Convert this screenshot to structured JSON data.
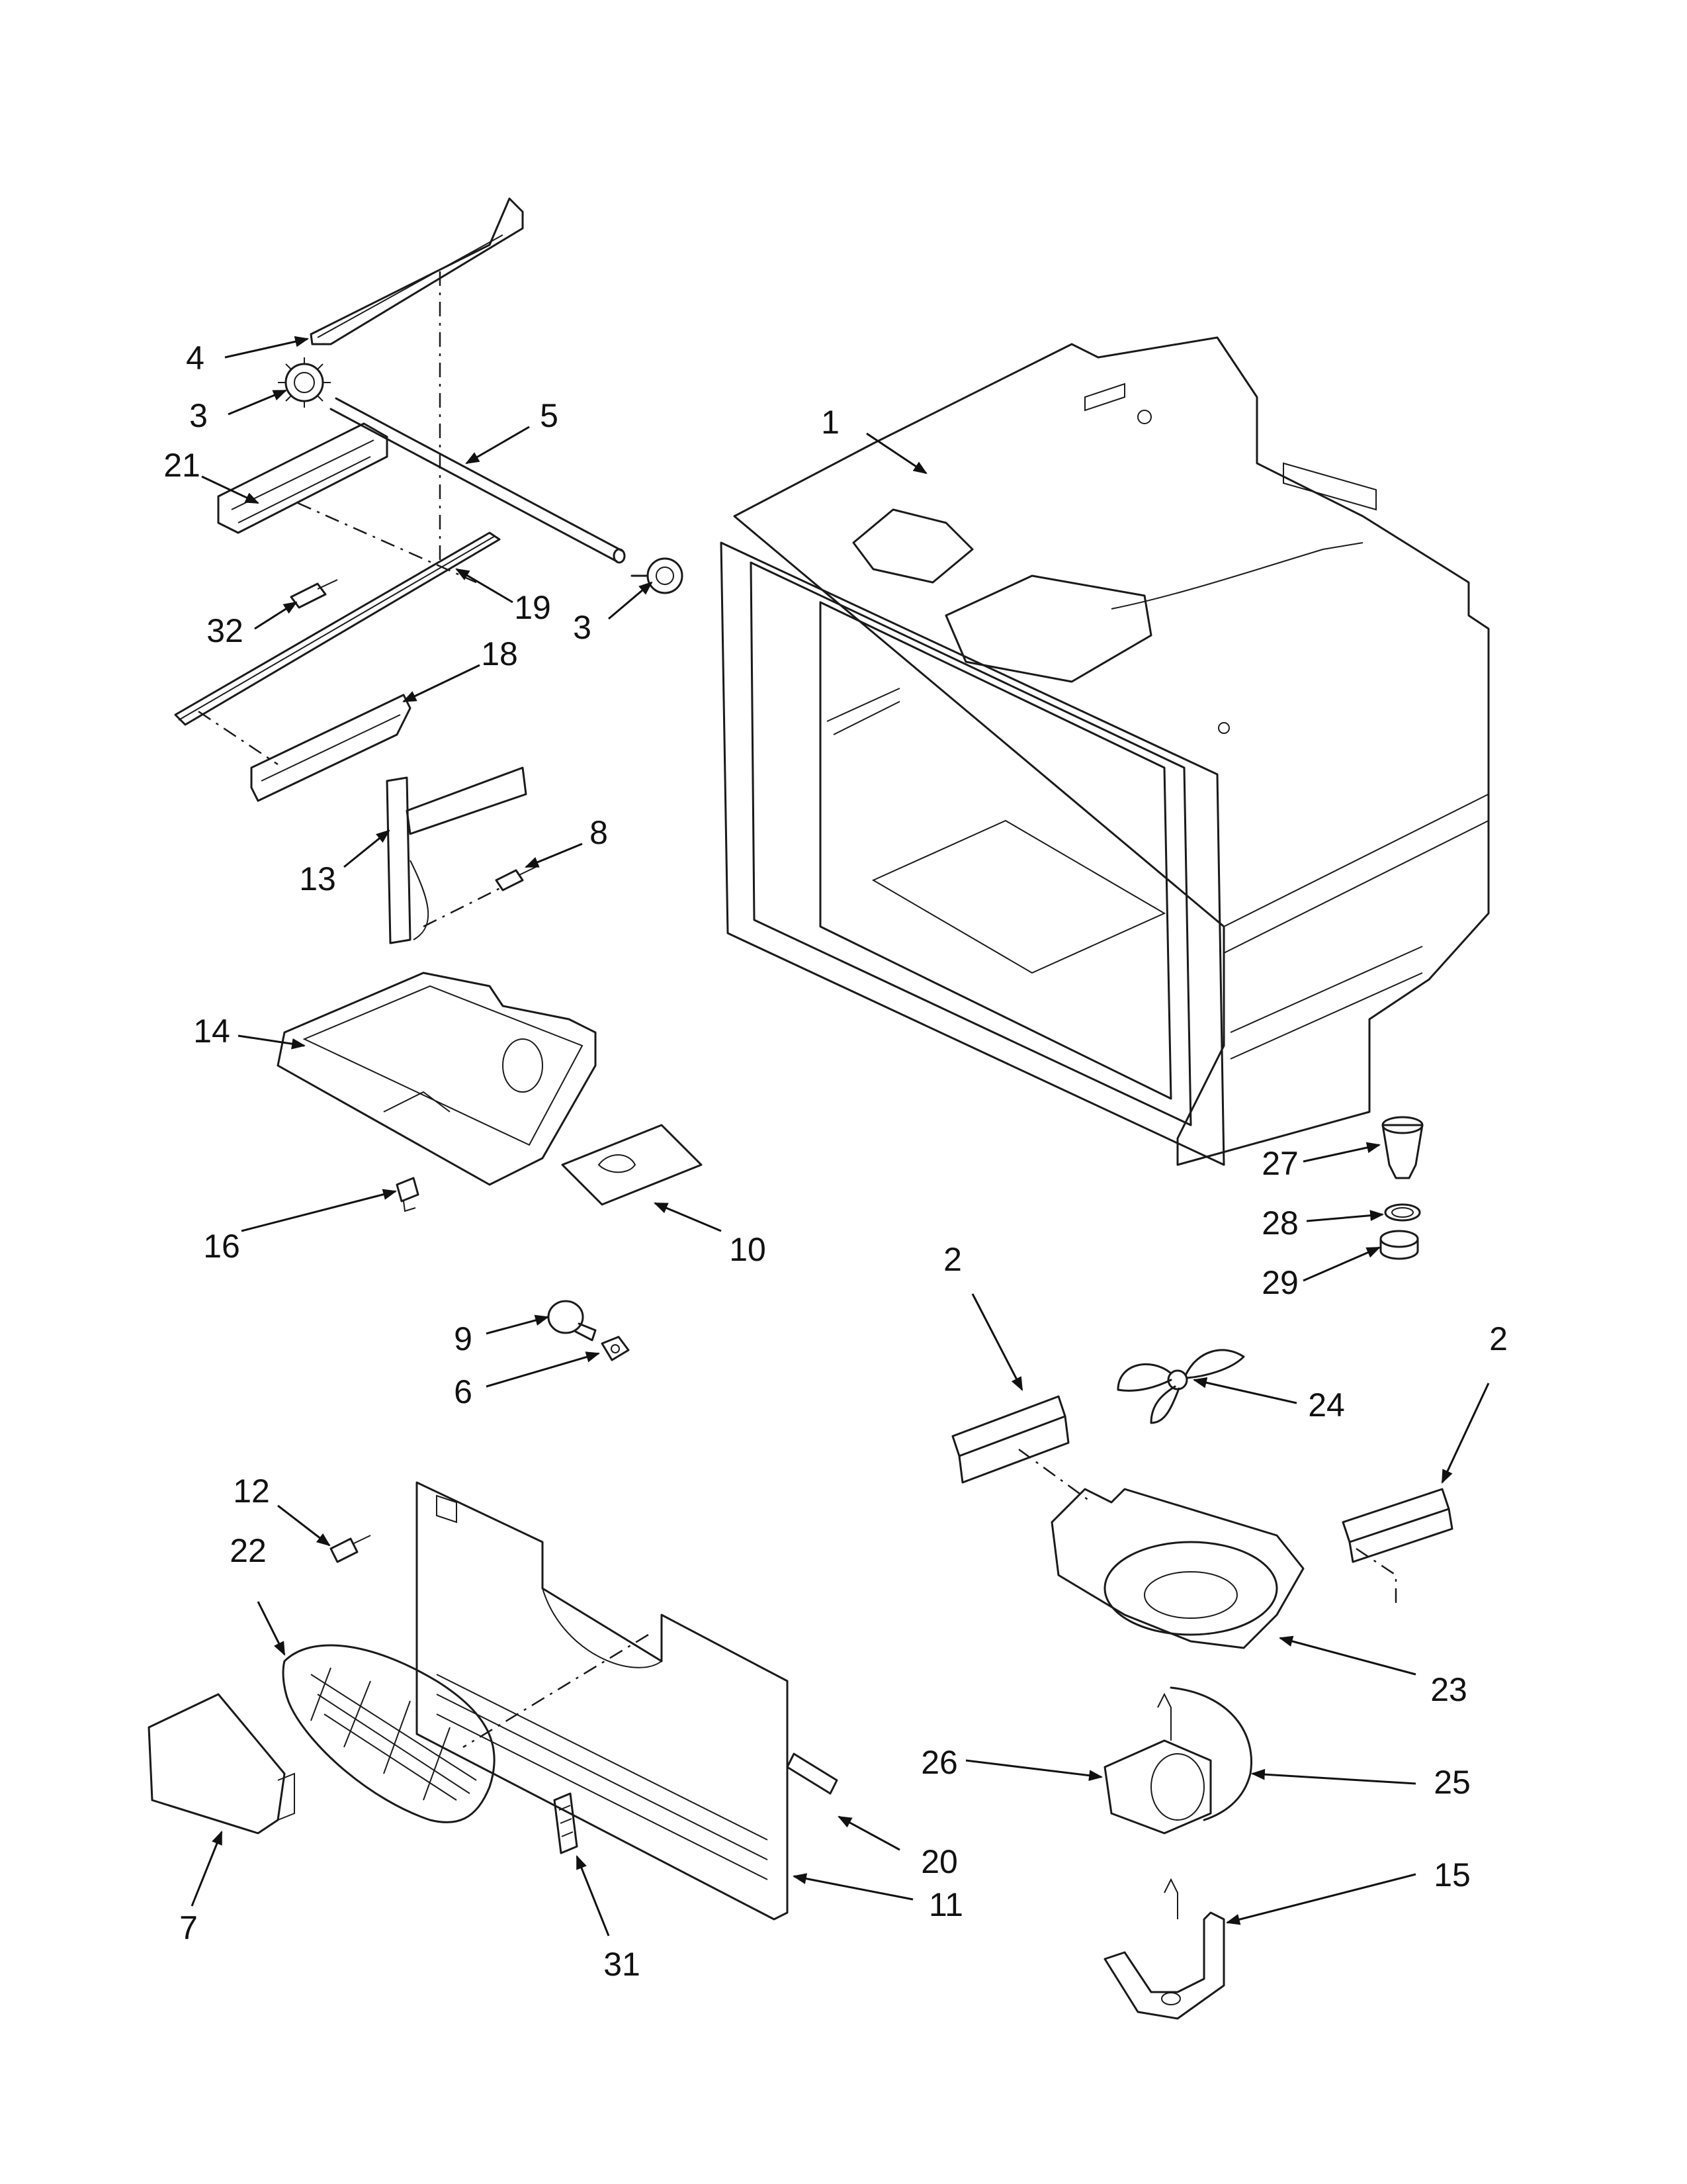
{
  "callouts": [
    {
      "label": "1"
    },
    {
      "label": "2"
    },
    {
      "label": "2"
    },
    {
      "label": "3"
    },
    {
      "label": "3"
    },
    {
      "label": "4"
    },
    {
      "label": "5"
    },
    {
      "label": "6"
    },
    {
      "label": "7"
    },
    {
      "label": "8"
    },
    {
      "label": "9"
    },
    {
      "label": "10"
    },
    {
      "label": "11"
    },
    {
      "label": "12"
    },
    {
      "label": "13"
    },
    {
      "label": "14"
    },
    {
      "label": "15"
    },
    {
      "label": "16"
    },
    {
      "label": "18"
    },
    {
      "label": "19"
    },
    {
      "label": "20"
    },
    {
      "label": "21"
    },
    {
      "label": "22"
    },
    {
      "label": "23"
    },
    {
      "label": "24"
    },
    {
      "label": "25"
    },
    {
      "label": "26"
    },
    {
      "label": "27"
    },
    {
      "label": "28"
    },
    {
      "label": "29"
    },
    {
      "label": "31"
    },
    {
      "label": "32"
    }
  ]
}
